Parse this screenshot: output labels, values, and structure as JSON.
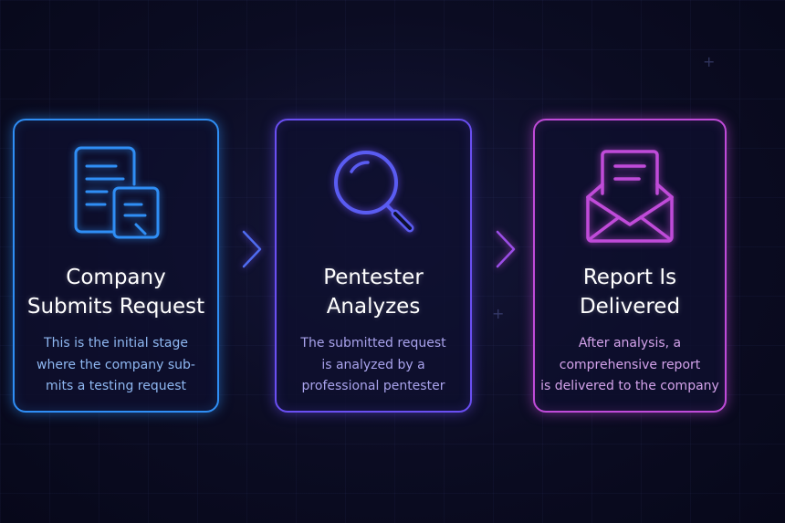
{
  "colors": {
    "step_1": "#2f8ef5",
    "step_2": "#6a4ff2",
    "step_3": "#c04bd9",
    "background": "#0b0c22"
  },
  "steps": [
    {
      "icon": "document-icon",
      "title": "Company\nSubmits Request",
      "description": "This is the initial stage\nwhere the company sub-\nmits a testing request"
    },
    {
      "icon": "magnifying-glass-icon",
      "title": "Pentester\nAnalyzes",
      "description": "The submitted request\nis analyzed by a\nprofessional pentester"
    },
    {
      "icon": "envelope-icon",
      "title": "Report Is\nDelivered",
      "description": "After analysis, a\ncomprehensive report\nis delivered to the company"
    }
  ],
  "connectors": [
    {
      "icon": "chevron-right-icon"
    },
    {
      "icon": "chevron-right-icon"
    }
  ]
}
